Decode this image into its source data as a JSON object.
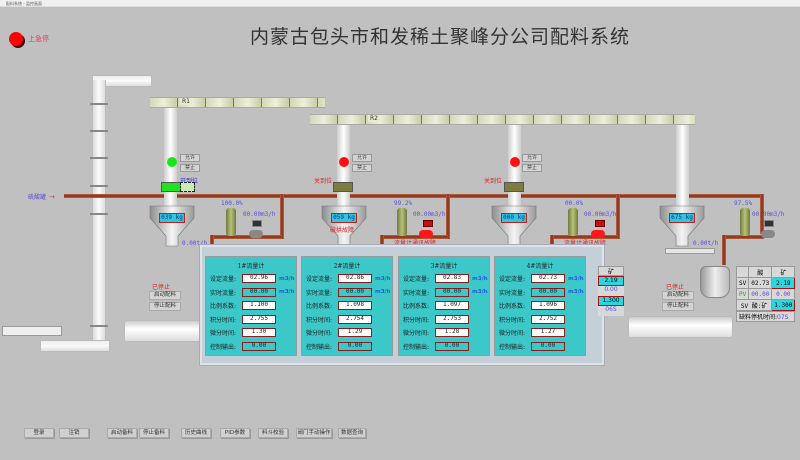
{
  "window": {
    "title": "配料系统 - 监控画面"
  },
  "header": {
    "title": "内蒙古包头市和发稀土聚峰分公司配料系统"
  },
  "estop": {
    "label": "上急停",
    "color": "#ff0000"
  },
  "inlet": {
    "label": "硫酸罐"
  },
  "conveyors": [
    {
      "label": "R1"
    },
    {
      "label": "R2"
    }
  ],
  "silos": [
    {
      "id": "1",
      "weight": "039 kg",
      "led_color": "#19e619",
      "valve_status": "开到位",
      "valve_status_color": "#2a2ae0",
      "open_label": "允许",
      "close_label": "禁止",
      "fault": "",
      "feed_rate": "0.00t/h",
      "cv_opening": "100.0%",
      "flow": "00.00m3/h"
    },
    {
      "id": "2",
      "weight": "059 kg",
      "led_color": "#ff1010",
      "valve_status": "关到位",
      "valve_status_color": "#e0202a",
      "open_label": "允许",
      "close_label": "禁止",
      "fault": "破拱故障",
      "feed_rate": "",
      "cv_opening": "99.2%",
      "flow": "00.00m3/h",
      "flow_fault": "流量计通讯故障"
    },
    {
      "id": "3",
      "weight": "000 kg",
      "led_color": "#ff1010",
      "valve_status": "关到位",
      "valve_status_color": "#e0202a",
      "open_label": "允许",
      "close_label": "禁止",
      "fault": "",
      "feed_rate": "",
      "cv_opening": "00.0%",
      "flow": "00.00m3/h",
      "flow_fault": "流量计通讯故障"
    },
    {
      "id": "4",
      "weight": "675 kg",
      "led_color": "",
      "valve_status": "",
      "open_label": "",
      "close_label": "",
      "fault": "",
      "feed_rate": "0.00t/h",
      "cv_opening": "97.5%",
      "flow": "00.00m3/h"
    }
  ],
  "left_mixer": {
    "status": "已停止",
    "start_label": "启动配料",
    "stop_label": "停止配料"
  },
  "right_mixer": {
    "status": "已停止",
    "start_label": "启动配料",
    "stop_label": "停止配料"
  },
  "flowmeters": [
    {
      "title": "1#流量计",
      "rows": [
        {
          "label": "设定流量:",
          "value": "02.96",
          "unit": "m3/h",
          "readonly": false
        },
        {
          "label": "实时流量:",
          "value": "00.00",
          "unit": "m3/h",
          "readonly": true
        },
        {
          "label": "比例系数:",
          "value": "1.100",
          "unit": "",
          "readonly": false
        },
        {
          "label": "积分时间:",
          "value": "2.755",
          "unit": "",
          "readonly": false
        },
        {
          "label": "微分时间:",
          "value": "1.30",
          "unit": "",
          "readonly": false
        },
        {
          "label": "控制输出:",
          "value": "0.00",
          "unit": "",
          "readonly": true
        }
      ]
    },
    {
      "title": "2#流量计",
      "rows": [
        {
          "label": "设定流量:",
          "value": "02.86",
          "unit": "m3/h",
          "readonly": false
        },
        {
          "label": "实时流量:",
          "value": "00.00",
          "unit": "m3/h",
          "readonly": true
        },
        {
          "label": "比例系数:",
          "value": "1.098",
          "unit": "",
          "readonly": false
        },
        {
          "label": "积分时间:",
          "value": "2.754",
          "unit": "",
          "readonly": false
        },
        {
          "label": "微分时间:",
          "value": "1.29",
          "unit": "",
          "readonly": false
        },
        {
          "label": "控制输出:",
          "value": "0.00",
          "unit": "",
          "readonly": true
        }
      ]
    },
    {
      "title": "3#流量计",
      "rows": [
        {
          "label": "设定流量:",
          "value": "02.83",
          "unit": "m3/h",
          "readonly": false
        },
        {
          "label": "实时流量:",
          "value": "00.00",
          "unit": "m3/h",
          "readonly": true
        },
        {
          "label": "比例系数:",
          "value": "1.097",
          "unit": "",
          "readonly": false
        },
        {
          "label": "积分时间:",
          "value": "2.753",
          "unit": "",
          "readonly": false
        },
        {
          "label": "微分时间:",
          "value": "1.28",
          "unit": "",
          "readonly": false
        },
        {
          "label": "控制输出:",
          "value": "0.00",
          "unit": "",
          "readonly": true
        }
      ]
    },
    {
      "title": "4#流量计",
      "rows": [
        {
          "label": "设定流量:",
          "value": "02.73",
          "unit": "m3/h",
          "readonly": false
        },
        {
          "label": "实时流量:",
          "value": "00.00",
          "unit": "m3/h",
          "readonly": true
        },
        {
          "label": "比例系数:",
          "value": "1.096",
          "unit": "",
          "readonly": false
        },
        {
          "label": "积分时间:",
          "value": "2.752",
          "unit": "",
          "readonly": false
        },
        {
          "label": "微分时间:",
          "value": "1.27",
          "unit": "",
          "readonly": false
        },
        {
          "label": "控制输出:",
          "value": "0.00",
          "unit": "",
          "readonly": true
        }
      ]
    }
  ],
  "mid_table": {
    "header": "矿",
    "sv": "2.19",
    "pv": "0.00",
    "st": "1.300",
    "time": "06S"
  },
  "right_table": {
    "col_acid": "酸",
    "col_ore": "矿",
    "sv_label": "SV",
    "sv_acid": "02.73",
    "sv_ore": "2.19",
    "pv_label": "PV",
    "pv_acid": "00.00",
    "pv_ore": "0.00",
    "st_label": "SV 酸:矿",
    "st_value": "1.300",
    "stop_time_label": "缺料停机时间:",
    "stop_time": "07S"
  },
  "bottom_buttons": [
    {
      "label": "登录"
    },
    {
      "label": "注销"
    },
    {
      "label": "启动备料"
    },
    {
      "label": "停止备料"
    },
    {
      "label": "历史曲线"
    },
    {
      "label": "PID参数"
    },
    {
      "label": "料斗校验"
    },
    {
      "label": "阀门手动操作"
    },
    {
      "label": "数据查询"
    }
  ]
}
